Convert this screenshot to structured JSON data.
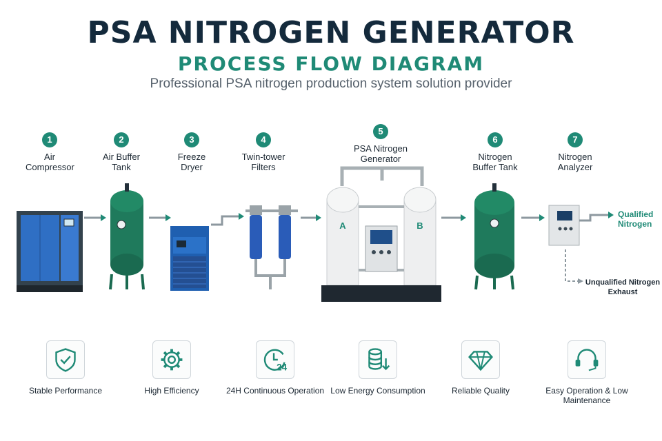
{
  "header": {
    "title": "PSA NITROGEN GENERATOR",
    "subtitle": "PROCESS FLOW DIAGRAM",
    "tagline": "Professional PSA nitrogen production system solution provider"
  },
  "steps": [
    {
      "number": "1",
      "label": "Air Compressor"
    },
    {
      "number": "2",
      "label": "Air Buffer Tank"
    },
    {
      "number": "3",
      "label": "Freeze Dryer"
    },
    {
      "number": "4",
      "label": "Twin-tower Filters"
    },
    {
      "number": "5",
      "label": "PSA Nitrogen Generator"
    },
    {
      "number": "6",
      "label": "Nitrogen Buffer Tank"
    },
    {
      "number": "7",
      "label": "Nitrogen Analyzer"
    }
  ],
  "towers": {
    "left": "A",
    "right": "B"
  },
  "outlets": {
    "qualified": "Qualified Nitrogen",
    "unqualified": "Unqualified Nitrogen Exhaust"
  },
  "features": [
    {
      "label": "Stable Performance",
      "icon": "shield-check-icon"
    },
    {
      "label": "High Efficiency",
      "icon": "gear-icon"
    },
    {
      "label": "24H Continuous Operation",
      "icon": "clock-24-icon",
      "icon_text": "24"
    },
    {
      "label": "Low Energy Consumption",
      "icon": "coins-down-icon"
    },
    {
      "label": "Reliable Quality",
      "icon": "diamond-icon"
    },
    {
      "label": "Easy Operation & Low Maintenance",
      "icon": "headset-icon"
    }
  ],
  "colors": {
    "accent": "#1f8a76",
    "title": "#142a3c",
    "compressor_blue": "#2f6fc4",
    "tank_green": "#1f7a5c",
    "filter_blue": "#2a5cb8",
    "tower_white": "#f2f3f3"
  }
}
